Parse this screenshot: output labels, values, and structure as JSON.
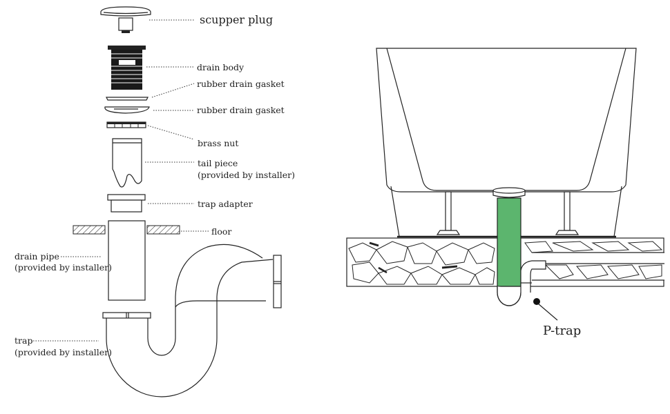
{
  "exploded_view": {
    "labels": {
      "scupper_plug": "scupper plug",
      "drain_body": "drain body",
      "gasket_1": "rubber drain gasket",
      "gasket_2": "rubber drain gasket",
      "brass_nut": "brass nut",
      "tail_piece_1": "tail piece",
      "tail_piece_2": "(provided by installer)",
      "trap_adapter": "trap adapter",
      "floor": "floor",
      "drain_pipe_1": "drain pipe",
      "drain_pipe_2": "(provided by installer)",
      "trap_1": "trap",
      "trap_2": "(provided by installer)"
    }
  },
  "installed_view": {
    "labels": {
      "p_trap": "P-trap"
    },
    "colors": {
      "drain_fill": "#5cb56e",
      "line": "#222222"
    }
  }
}
